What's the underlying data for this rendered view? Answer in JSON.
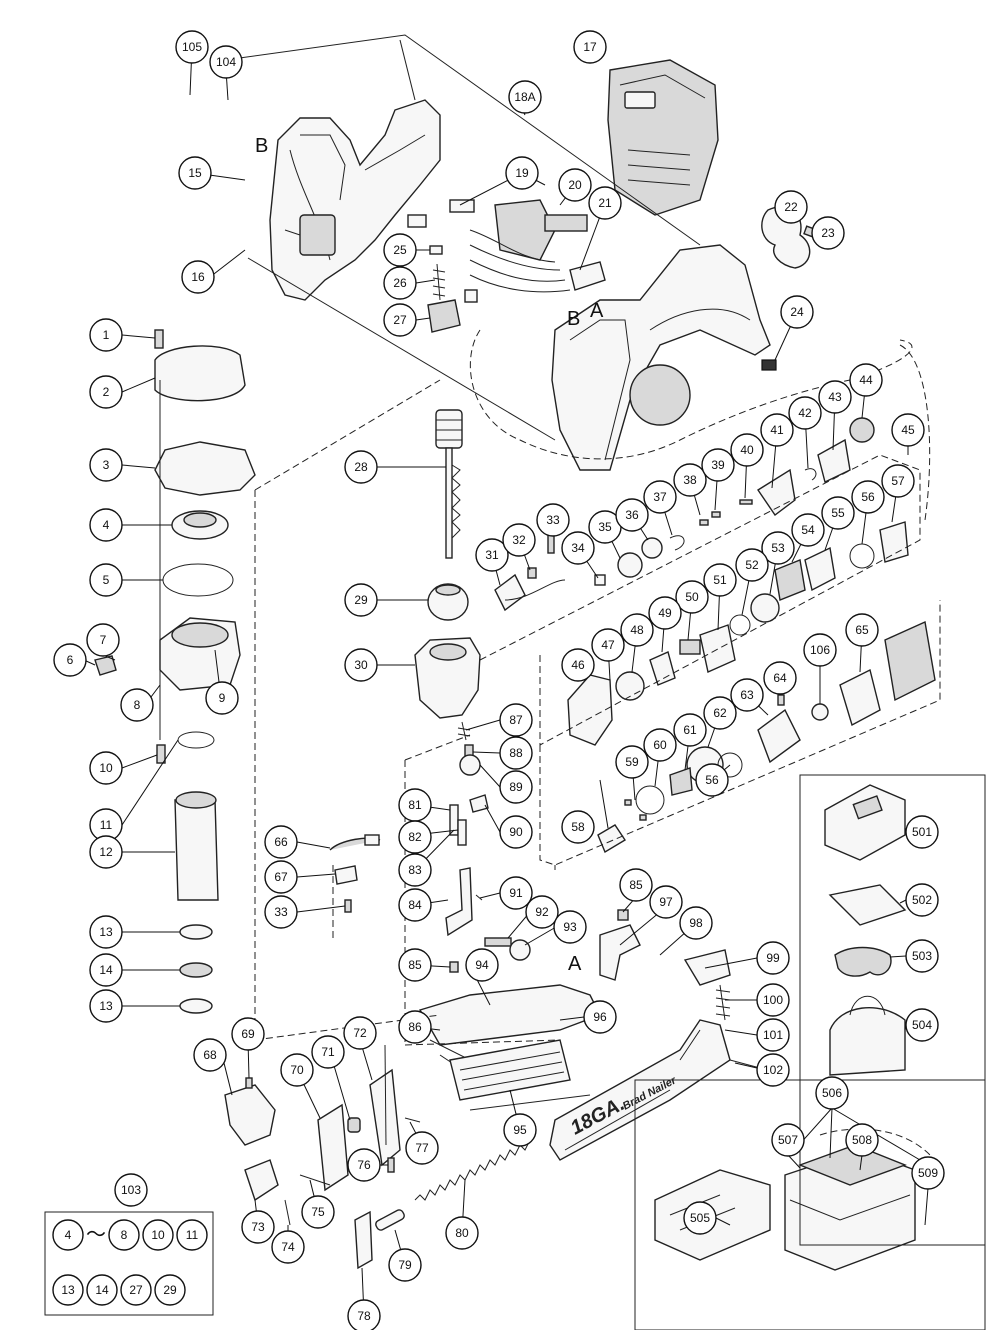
{
  "callouts": [
    "105",
    "104",
    "17",
    "18A",
    "15",
    "19",
    "20",
    "21",
    "22",
    "23",
    "16",
    "25",
    "26",
    "27",
    "24",
    "1",
    "2",
    "3",
    "4",
    "5",
    "6",
    "7",
    "8",
    "9",
    "10",
    "11",
    "12",
    "13",
    "14",
    "13",
    "28",
    "29",
    "30",
    "31",
    "32",
    "33",
    "34",
    "35",
    "36",
    "37",
    "38",
    "39",
    "40",
    "41",
    "42",
    "43",
    "44",
    "45",
    "57",
    "56",
    "55",
    "54",
    "53",
    "52",
    "51",
    "50",
    "49",
    "48",
    "47",
    "46",
    "65",
    "106",
    "64",
    "63",
    "62",
    "61",
    "60",
    "59",
    "58",
    "56",
    "66",
    "67",
    "33",
    "87",
    "88",
    "89",
    "90",
    "81",
    "82",
    "83",
    "84",
    "91",
    "92",
    "93",
    "85",
    "94",
    "86",
    "95",
    "96",
    "85",
    "97",
    "98",
    "99",
    "100",
    "101",
    "102",
    "68",
    "69",
    "70",
    "71",
    "72",
    "73",
    "74",
    "75",
    "76",
    "77",
    "78",
    "79",
    "80",
    "103",
    "501",
    "502",
    "503",
    "504",
    "505",
    "506",
    "507",
    "508",
    "509"
  ],
  "ref_letters": [
    "B",
    "B",
    "A",
    "A"
  ],
  "kit_box": {
    "items": [
      "4",
      "8",
      "10",
      "11",
      "13",
      "14",
      "27",
      "29"
    ],
    "range_symbol": "～"
  },
  "magazine_label": {
    "main": "18GA.",
    "sub": "Brad Nailer"
  }
}
